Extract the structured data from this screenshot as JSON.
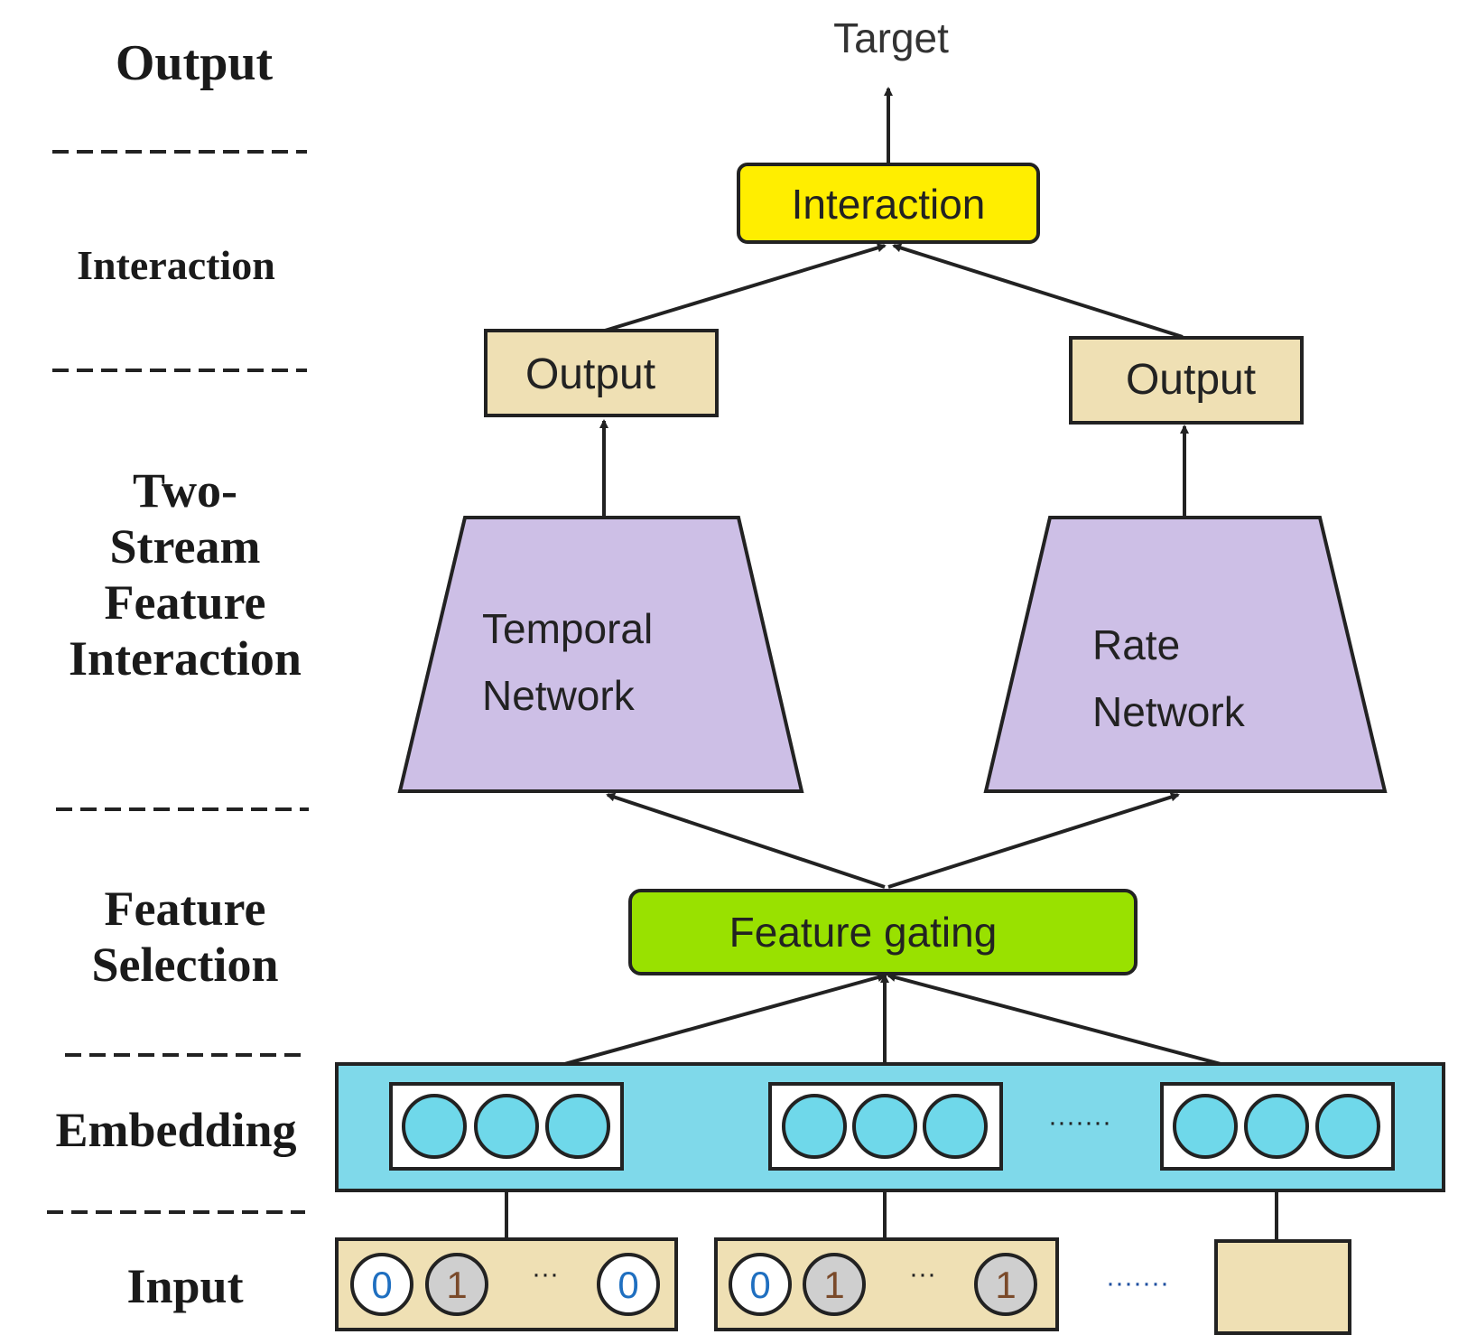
{
  "layers": {
    "output": "Output",
    "interaction": "Interaction",
    "two_stream": "Two-\nStream\nFeature\nInteraction",
    "feature_selection": "Feature\nSelection",
    "embedding": "Embedding",
    "input": "Input"
  },
  "nodes": {
    "target": "Target",
    "interaction": "Interaction",
    "output_left": "Output",
    "output_right": "Output",
    "temporal_line1": "Temporal",
    "temporal_line2": "Network",
    "rate_line1": "Rate",
    "rate_line2": "Network",
    "feature_gating": "Feature gating"
  },
  "input_groups": [
    {
      "bits": [
        "0",
        "1",
        "0"
      ],
      "ellipsis": "···"
    },
    {
      "bits": [
        "0",
        "1",
        "1"
      ],
      "ellipsis": "···"
    }
  ],
  "ellipsis_between": "·······",
  "colors": {
    "interaction": "#ffee00",
    "output_box": "#efe0b4",
    "network": "#cdbfe6",
    "gating": "#99e100",
    "embedding_band": "#7fd9ea",
    "embedding_circle": "#6fd8ea",
    "input_box": "#efe0b4",
    "bit_zero_fill": "#ffffff",
    "bit_one_fill": "#cfcfcf",
    "bit_zero_text": "#1f6fc0",
    "bit_one_text": "#7a4a2a"
  }
}
